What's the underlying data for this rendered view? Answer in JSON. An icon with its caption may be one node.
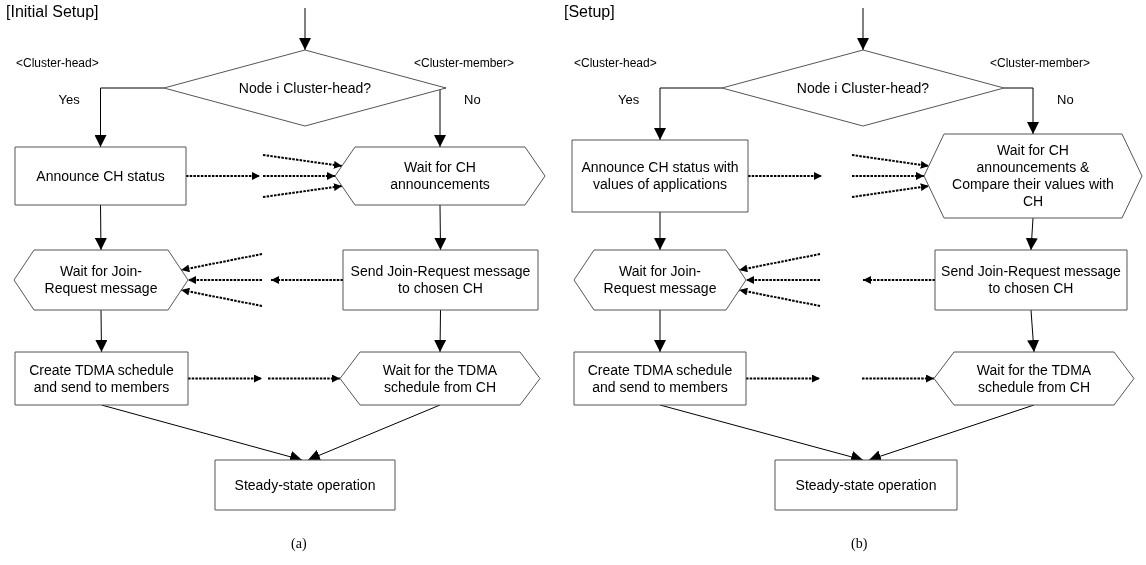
{
  "diagram": {
    "nodes": [
      {
        "text": [
          "Node i Cluster-head?"
        ]
      },
      {
        "text": [
          "Announce CH status"
        ]
      },
      {
        "text": [
          "Wait for CH announcements"
        ]
      },
      {
        "text": [
          "Wait for Join-Request message"
        ]
      },
      {
        "text": [
          "Send Join-Request message to chosen CH"
        ]
      },
      {
        "text": [
          "Create TDMA schedule and send to members"
        ]
      },
      {
        "text": [
          "Wait for the TDMA schedule from CH"
        ]
      },
      {
        "text": [
          "Steady-state operation"
        ]
      },
      {
        "text": [
          "Node i Cluster-head?"
        ]
      },
      {
        "text": [
          "Announce CH status with values of applications"
        ]
      },
      {
        "text": [
          "Wait for CH announcements & Compare their values with CH"
        ]
      },
      {
        "text": [
          "Wait for Join-Request message"
        ]
      },
      {
        "text": [
          "Send Join-Request message to chosen CH"
        ]
      },
      {
        "text": [
          "Create TDMA schedule and send to members"
        ]
      },
      {
        "text": [
          "Wait for the TDMA schedule from CH"
        ]
      },
      {
        "text": [
          "Steady-state operation"
        ]
      }
    ],
    "edges": [
      {
        "from": null,
        "to": 0,
        "arrow": "to"
      },
      {
        "from": 0,
        "to": 1,
        "arrow": "to",
        "label": "Yes"
      },
      {
        "from": 0,
        "to": 2,
        "arrow": "to",
        "label": "No"
      },
      {
        "from": 1,
        "to": null,
        "arrow": "to",
        "style": "dashed"
      },
      {
        "from": null,
        "to": 2,
        "arrow": "to",
        "style": "dashed"
      },
      {
        "from": null,
        "to": 2,
        "arrow": "to",
        "style": "dashed"
      },
      {
        "from": null,
        "to": 2,
        "arrow": "to",
        "style": "dashed"
      },
      {
        "from": 2,
        "to": 4,
        "arrow": "to"
      },
      {
        "from": 4,
        "to": null,
        "arrow": "to",
        "style": "dashed"
      },
      {
        "from": null,
        "to": 3,
        "arrow": "to",
        "style": "dashed"
      },
      {
        "from": null,
        "to": 3,
        "arrow": "to",
        "style": "dashed"
      },
      {
        "from": null,
        "to": 3,
        "arrow": "to",
        "style": "dashed"
      },
      {
        "from": 1,
        "to": 3,
        "arrow": "to"
      },
      {
        "from": 3,
        "to": 5,
        "arrow": "to"
      },
      {
        "from": 4,
        "to": 6,
        "arrow": "to"
      },
      {
        "from": 5,
        "to": 7,
        "arrow": "to"
      },
      {
        "from": 6,
        "to": 7,
        "arrow": "to"
      },
      {
        "from": 5,
        "to": null,
        "arrow": "to",
        "style": "dashed"
      },
      {
        "from": null,
        "to": 6,
        "arrow": "to",
        "style": "dashed"
      },
      {
        "from": null,
        "to": 8,
        "arrow": "to"
      },
      {
        "from": 8,
        "to": 9,
        "arrow": "to",
        "label": "Yes"
      },
      {
        "from": 8,
        "to": 10,
        "arrow": "to",
        "label": "No"
      },
      {
        "from": 9,
        "to": null,
        "arrow": "to",
        "style": "dashed"
      },
      {
        "from": null,
        "to": 10,
        "arrow": "to",
        "style": "dashed"
      },
      {
        "from": null,
        "to": 10,
        "arrow": "to",
        "style": "dashed"
      },
      {
        "from": null,
        "to": 10,
        "arrow": "to",
        "style": "dashed"
      },
      {
        "from": 10,
        "to": 12,
        "arrow": "to"
      },
      {
        "from": 12,
        "to": null,
        "arrow": "to",
        "style": "dashed"
      },
      {
        "from": null,
        "to": 11,
        "arrow": "to",
        "style": "dashed"
      },
      {
        "from": null,
        "to": 11,
        "arrow": "to",
        "style": "dashed"
      },
      {
        "from": null,
        "to": 11,
        "arrow": "to",
        "style": "dashed"
      },
      {
        "from": 9,
        "to": 11,
        "arrow": "to"
      },
      {
        "from": 11,
        "to": 13,
        "arrow": "to"
      },
      {
        "from": 12,
        "to": 14,
        "arrow": "to"
      },
      {
        "from": 13,
        "to": 15,
        "arrow": "to"
      },
      {
        "from": 14,
        "to": 15,
        "arrow": "to"
      },
      {
        "from": 13,
        "to": null,
        "arrow": "to",
        "style": "dashed"
      },
      {
        "from": null,
        "to": 14,
        "arrow": "to",
        "style": "dashed"
      }
    ],
    "labels": [
      "[Initial Setup]",
      "[Setup]",
      "<Cluster-head>",
      "<Cluster-member>",
      "<Cluster-head>",
      "<Cluster-member>",
      "(a)",
      "(b)"
    ]
  }
}
